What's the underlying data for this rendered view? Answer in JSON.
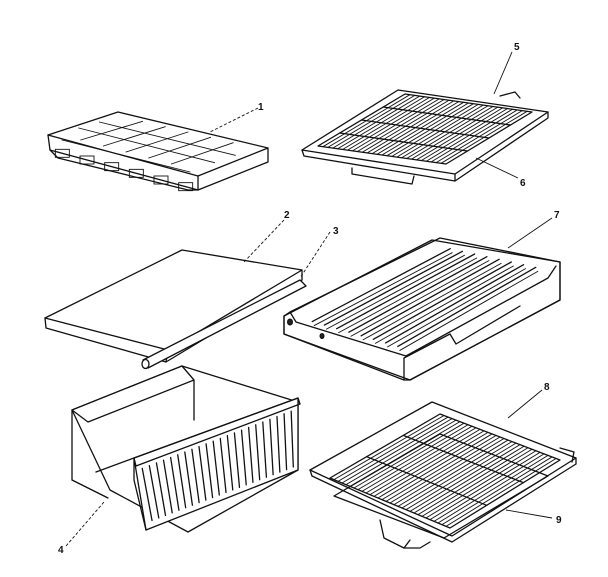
{
  "parts": [
    {
      "id": "1",
      "callout": "1",
      "icon": "ice-cube-tray"
    },
    {
      "id": "2",
      "callout": "2",
      "icon": "glass-shelf-panel"
    },
    {
      "id": "3",
      "callout": "3",
      "icon": "shelf-trim-rod"
    },
    {
      "id": "4",
      "callout": "4",
      "icon": "crisper-drawer"
    },
    {
      "id": "5",
      "callout": "5",
      "icon": "wire-shelf"
    },
    {
      "id": "6",
      "callout": "6",
      "icon": "shelf-frame"
    },
    {
      "id": "7",
      "callout": "7",
      "icon": "slatted-tray"
    },
    {
      "id": "8",
      "callout": "8",
      "icon": "wire-rack"
    },
    {
      "id": "9",
      "callout": "9",
      "icon": "rack-frame"
    }
  ]
}
